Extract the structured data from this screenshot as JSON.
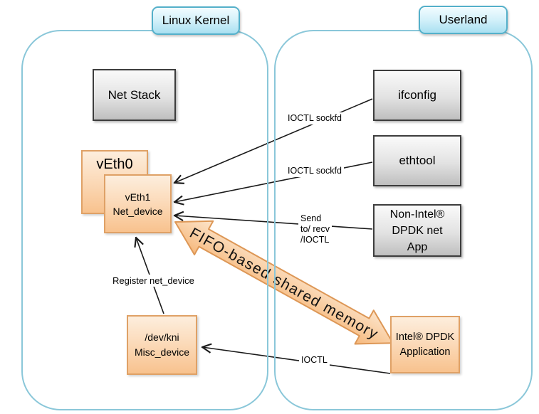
{
  "regions": {
    "kernel_label": "Linux Kernel",
    "userland_label": "Userland"
  },
  "nodes": {
    "net_stack": {
      "label": "Net Stack"
    },
    "veth0": {
      "label": "vEth0"
    },
    "veth1": {
      "lines": [
        "vEth1",
        "Net_device"
      ]
    },
    "dev_kni": {
      "lines": [
        "/dev/kni",
        "Misc_device"
      ]
    },
    "ifconfig": {
      "label": "ifconfig"
    },
    "ethtool": {
      "label": "ethtool"
    },
    "non_intel_dpdk_app": {
      "lines": [
        "Non-Intel®",
        "DPDK net",
        "App"
      ]
    },
    "intel_dpdk_app": {
      "lines": [
        "Intel® DPDK",
        "Application"
      ]
    }
  },
  "edge_labels": {
    "ifconfig_ioctl": "IOCTL sockfd",
    "ethtool_ioctl": "IOCTL sockfd",
    "send_recv": {
      "lines": [
        "Send",
        "to/ recv",
        "/IOCTL"
      ]
    },
    "register_net_device": "Register net_device",
    "ioctl": "IOCTL",
    "fifo": "FIFO-based shared memory"
  },
  "colors": {
    "container_border": "#8ac7d9",
    "tag_border": "#54b0ca",
    "tag_fill_top": "#f2fcff",
    "tag_fill_bottom": "#a9e0f1",
    "gray_box_border": "#3d3d3d",
    "gray_fill_top": "#fafafa",
    "gray_fill_bottom": "#bfbfbf",
    "orange_box_border": "#dfa166",
    "orange_fill_top": "#fdeedd",
    "orange_fill_bottom": "#f8c28e",
    "fifo_arrow_stroke": "#dd9756",
    "fifo_fill_top": "#fce4cb",
    "fifo_fill_bottom": "#f6b87c",
    "connector_line": "#1a1a1a"
  }
}
